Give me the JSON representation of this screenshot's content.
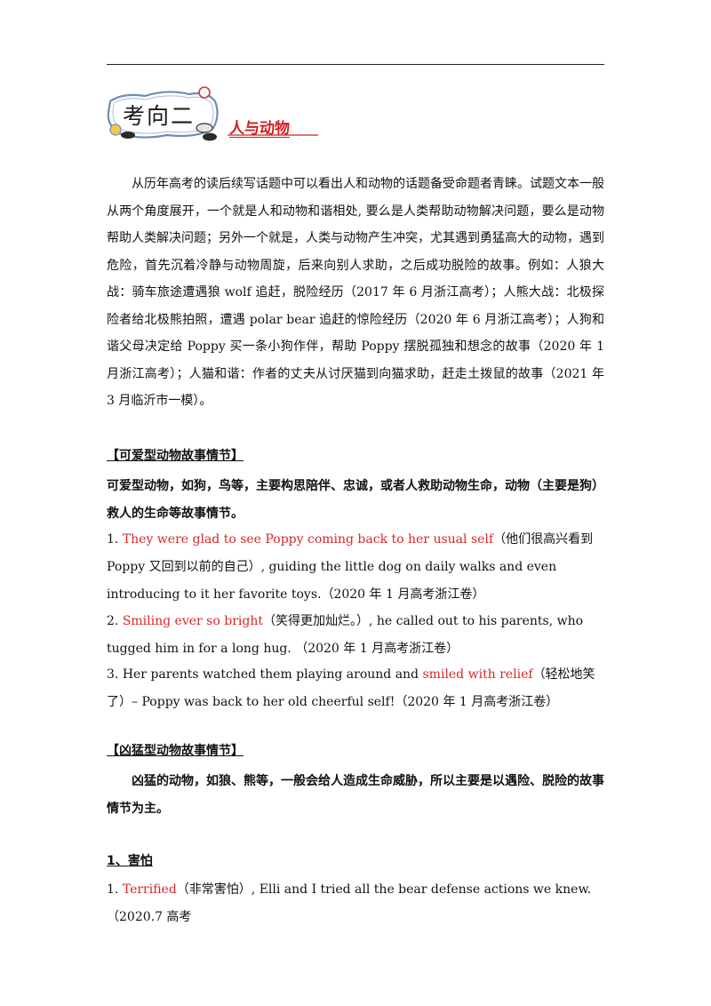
{
  "header": {
    "badge_text": "考向二",
    "title": "人与动物"
  },
  "intro": "从历年高考的读后续写话题中可以看出人和动物的话题备受命题者青睐。试题文本一般从两个角度展开，一个就是人和动物和谐相处, 要么是人类帮助动物解决问题，要么是动物帮助人类解决问题；另外一个就是，人类与动物产生冲突，尤其遇到勇猛高大的动物，遇到危险，首先沉着冷静与动物周旋，后来向别人求助，之后成功脱险的故事。例如：人狼大战：骑车旅途遭遇狼 wolf 追赶，脱险经历（2017 年 6 月浙江高考）；人熊大战：北极探险者给北极熊拍照，遭遇 polar bear 追赶的惊险经历（2020 年 6 月浙江高考）；人狗和谐父母决定给 Poppy 买一条小狗作伴，帮助 Poppy 摆脱孤独和想念的故事（2020 年 1 月浙江高考）；人猫和谐：作者的丈夫从讨厌猫到向猫求助，赶走土拨鼠的故事（2021 年 3 月临沂市一模）。",
  "section1": {
    "label": "【可爱型动物故事情节】",
    "desc": "可爱型动物，如狗，鸟等，主要构思陪伴、忠诚，或者人救助动物生命，动物（主要是狗）救人的生命等故事情节。",
    "examples": [
      {
        "num": "1.",
        "phrase": "They were glad to see Poppy coming back to her usual self",
        "rest": "（他们很高兴看到 Poppy 又回到以前的自己）, guiding the little dog on daily walks and even introducing to it her favorite toys.（2020 年 1 月高考浙江卷）"
      },
      {
        "num": "2.",
        "phrase": "Smiling ever so bright",
        "rest": "（笑得更加灿烂。）, he called out to his parents, who tugged him in for a long hug. （2020 年 1 月高考浙江卷）"
      },
      {
        "num": "3.",
        "lead": "Her parents watched them playing around and",
        "phrase": "smiled with relief",
        "rest": "（轻松地笑了）– Poppy was back to her old cheerful self!（2020 年 1 月高考浙江卷）"
      }
    ]
  },
  "section2": {
    "label": "【凶猛型动物故事情节】",
    "desc": "凶猛的动物，如狼、熊等，一般会给人造成生命威胁，所以主要是以遇险、脱险的故事情节为主。"
  },
  "section3": {
    "label": "1、害怕",
    "examples": [
      {
        "num": "1.",
        "phrase": "Terrified",
        "rest": "（非常害怕）, Elli and I tried all the bear defense actions we knew. （2020.7 高考"
      }
    ]
  }
}
